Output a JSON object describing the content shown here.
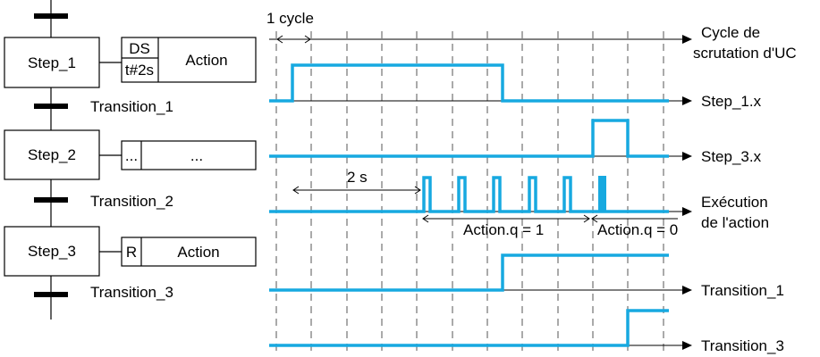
{
  "grafcet": {
    "steps": [
      {
        "name": "Step_1",
        "qualifier": "DS",
        "qualifier_time": "t#2s",
        "action": "Action"
      },
      {
        "name": "Step_2",
        "qualifier": "...",
        "action": "..."
      },
      {
        "name": "Step_3",
        "qualifier": "R",
        "action": "Action"
      }
    ],
    "transitions": [
      "Transition_1",
      "Transition_2",
      "Transition_3"
    ]
  },
  "timing": {
    "cycle_label": "1 cycle",
    "delay_label": "2 s",
    "action_on_label": "Action.q = 1",
    "action_off_label": "Action.q = 0",
    "signals": [
      {
        "label_lines": [
          "Cycle de",
          "scrutation d'UC"
        ]
      },
      {
        "label_lines": [
          "Step_1.x"
        ]
      },
      {
        "label_lines": [
          "Step_3.x"
        ]
      },
      {
        "label_lines": [
          "Exécution",
          "de l'action"
        ]
      },
      {
        "label_lines": [
          "Transition_1"
        ]
      },
      {
        "label_lines": [
          "Transition_3"
        ]
      }
    ]
  },
  "colors": {
    "signal": "#17a9e0",
    "ink": "#000000"
  }
}
